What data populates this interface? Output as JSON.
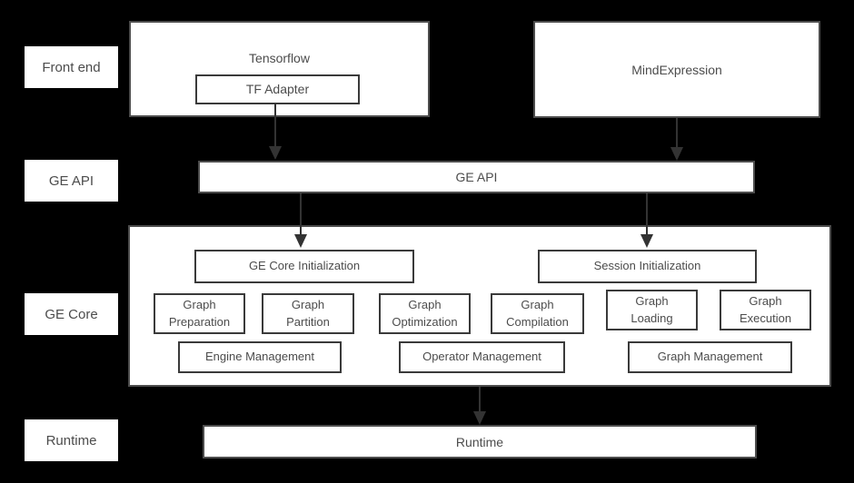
{
  "colors": {
    "background": "#000000",
    "box_fill": "#ffffff",
    "border_outer": "#4d4d4d",
    "border_inner": "#3a3a3a",
    "text": "#4c4c4c",
    "arrow": "#333333"
  },
  "side_labels": [
    {
      "label": "Front end"
    },
    {
      "label": "GE API"
    },
    {
      "label": "GE Core"
    },
    {
      "label": "Runtime"
    }
  ],
  "front_end": {
    "tensorflow_label": "Tensorflow",
    "tf_adapter_label": "TF Adapter",
    "mindexpression_label": "MindExpression"
  },
  "ge_api": {
    "label": "GE API"
  },
  "ge_core": {
    "init_boxes": [
      "GE Core Initialization",
      "Session Initialization"
    ],
    "process_boxes": [
      "Graph Preparation",
      "Graph Partition",
      "Graph Optimization",
      "Graph Compilation",
      "Graph Loading",
      "Graph Execution"
    ],
    "management_boxes": [
      "Engine Management",
      "Operator Management",
      "Graph Management"
    ]
  },
  "runtime": {
    "label": "Runtime"
  }
}
